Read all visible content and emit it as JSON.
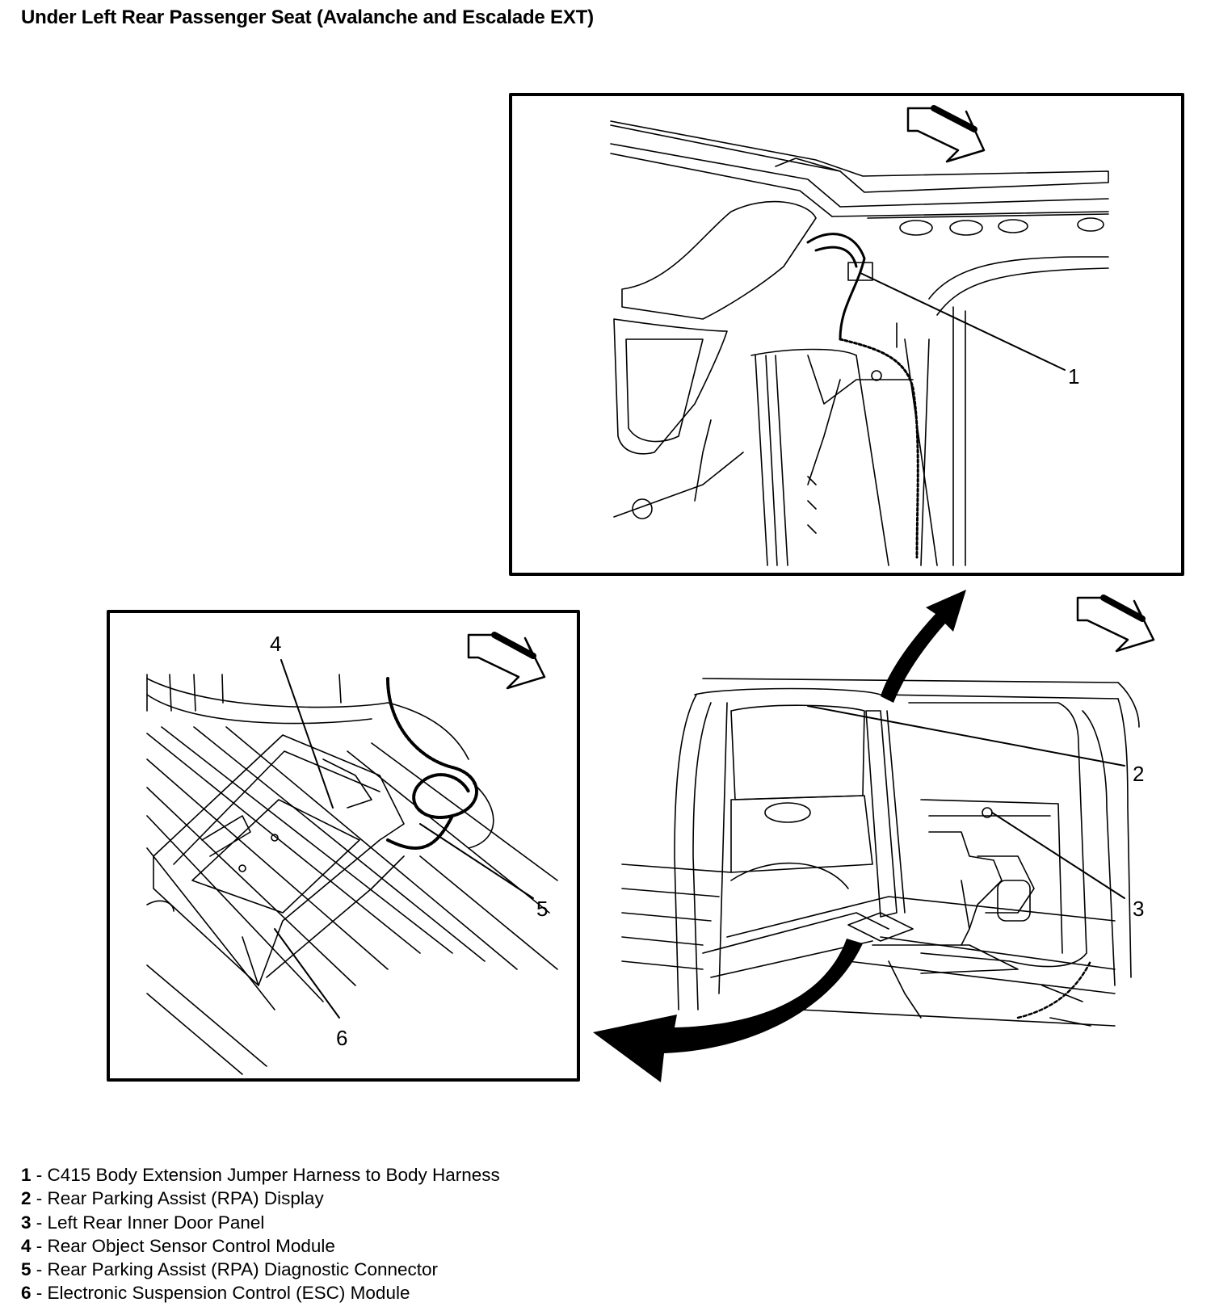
{
  "title": "Under Left Rear Passenger Seat (Avalanche and Escalade EXT)",
  "callouts": [
    "1",
    "2",
    "3",
    "4",
    "5",
    "6"
  ],
  "legend": [
    {
      "num": "1",
      "sep": " - ",
      "text": "C415 Body Extension Jumper Harness to Body Harness"
    },
    {
      "num": "2",
      "sep": " - ",
      "text": "Rear Parking Assist (RPA) Display"
    },
    {
      "num": "3",
      "sep": " - ",
      "text": "Left Rear Inner Door Panel"
    },
    {
      "num": "4",
      "sep": " - ",
      "text": "Rear Object Sensor Control Module"
    },
    {
      "num": "5",
      "sep": " - ",
      "text": "Rear Parking Assist (RPA) Diagnostic Connector"
    },
    {
      "num": "6",
      "sep": " - ",
      "text": "Electronic Suspension Control (ESC) Module"
    }
  ],
  "icons": [
    "forward-direction-arrow-icon",
    "zoom-curved-arrow-icon"
  ]
}
